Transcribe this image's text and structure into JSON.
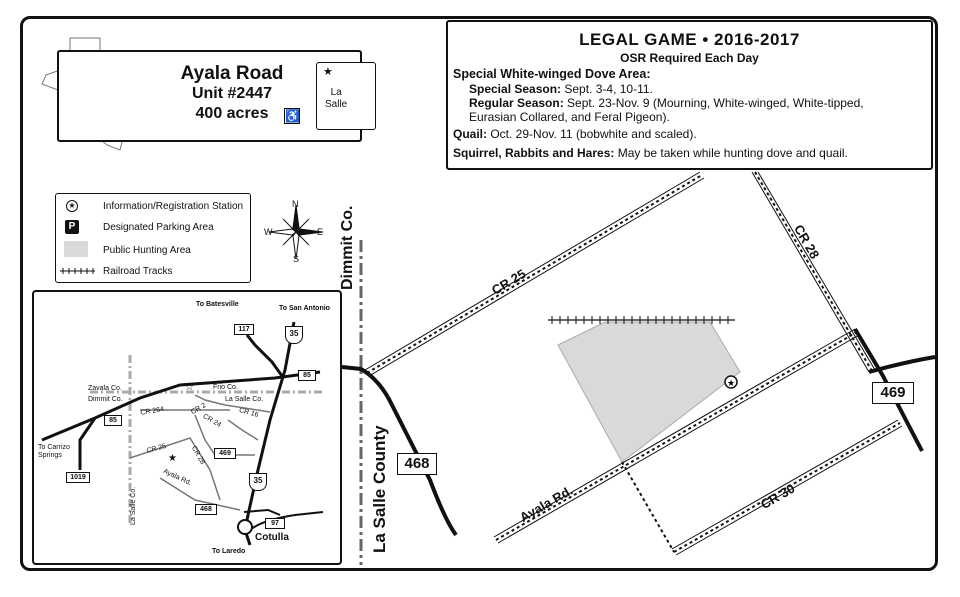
{
  "title": {
    "road": "Ayala Road",
    "unit": "Unit #2447",
    "acres": "400 acres",
    "county_label": "La\nSalle"
  },
  "legal": {
    "title": "LEGAL GAME • 2016-2017",
    "subtitle": "OSR Required Each Day",
    "section1_head": "Special White-winged Dove Area:",
    "special_season_label": "Special Season:",
    "special_season_value": " Sept. 3-4, 10-11.",
    "regular_season_label": "Regular Season:",
    "regular_season_value": " Sept. 23-Nov. 9 (Mourning, White-winged, White-tipped,",
    "regular_season_value2": "Eurasian Collared, and Feral Pigeon).",
    "quail_label": "Quail:",
    "quail_value": " Oct. 29-Nov. 11 (bobwhite and scaled).",
    "squirrel_label": "Squirrel, Rabbits and Hares:",
    "squirrel_value": "  May be taken while hunting dove and quail."
  },
  "legend": {
    "info_station": "Information/Registration Station",
    "parking": "Designated Parking Area",
    "parking_icon": "P",
    "public_hunting": "Public Hunting Area",
    "railroad": "Railroad Tracks"
  },
  "compass": {
    "n": "N",
    "s": "S",
    "e": "E",
    "w": "W"
  },
  "main_map": {
    "dimmit_co": "Dimmit Co.",
    "la_salle_county": "La Salle County",
    "cr25": "CR 25",
    "cr28": "CR 28",
    "cr30": "CR 30",
    "ayala_rd": "Ayala Rd.",
    "hwy468": "468",
    "hwy469": "469"
  },
  "inset": {
    "to_batesville": "To Batesville",
    "to_san_antonio": "To San Antonio",
    "hwy117": "117",
    "i35_top": "35",
    "hwy85_right": "85",
    "zavala_co": "Zavala Co.",
    "dimmit_co": "Dimmit Co.",
    "frio_co": "Frio Co.",
    "la_salle_co_h": "La Salle Co.",
    "cr264": "CR 264",
    "cr2": "CR 2",
    "cr16": "CR 16",
    "cr24": "CR 24",
    "cr25": "CR 25",
    "cr28": "CR 28",
    "hwy85_left": "85",
    "hwy469": "469",
    "ayala_rd": "Ayala Rd.",
    "to_carrizo": "To Carrizo\nSprings",
    "hwy1019": "1019",
    "la_salle_co_v": "La Salle Co.",
    "i35_bottom": "35",
    "hwy468": "468",
    "hwy97": "97",
    "cotulla": "Cotulla",
    "to_laredo": "To Laredo"
  }
}
